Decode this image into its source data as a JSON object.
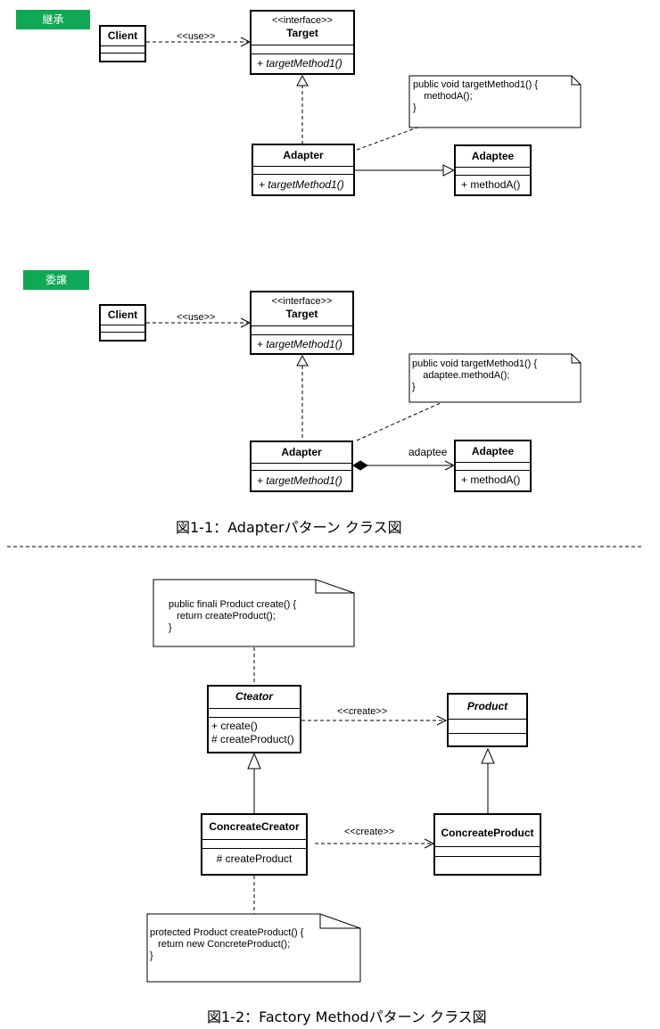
{
  "section1": {
    "tag": "継承",
    "client": {
      "name": "Client"
    },
    "use_label": "<<use>>",
    "target": {
      "stereotype": "<<interface>>",
      "name": "Target",
      "op": "+ targetMethod1()"
    },
    "adapter": {
      "name": "Adapter",
      "op": "+ targetMethod1()"
    },
    "adaptee": {
      "name": "Adaptee",
      "op": "+ methodA()"
    },
    "note": "public void targetMethod1() {\n    methodA();\n}"
  },
  "section2": {
    "tag": "委譲",
    "client": {
      "name": "Client"
    },
    "use_label": "<<use>>",
    "target": {
      "stereotype": "<<interface>>",
      "name": "Target",
      "op": "+ targetMethod1()"
    },
    "adapter": {
      "name": "Adapter",
      "op": "+ targetMethod1()"
    },
    "adaptee": {
      "name": "Adaptee",
      "op": "+ methodA()"
    },
    "assoc_label": "adaptee",
    "note": "public void targetMethod1() {\n    adaptee.methodA();\n}"
  },
  "caption1": "図1-1：Adapterパターン クラス図",
  "section3": {
    "note_top": "public finali Product create() {\n   return createProduct();\n}",
    "creator": {
      "name": "Cteator",
      "op1": "+  create()",
      "op2": "#  createProduct()"
    },
    "product": {
      "name": "Product"
    },
    "create_label1": "<<create>>",
    "concrete_creator": {
      "name": "ConcreateCreator",
      "op": "# createProduct"
    },
    "concrete_product": {
      "name": "ConcreateProduct"
    },
    "create_label2": "<<create>>",
    "note_bottom": "protected Product createProduct() {\n   return new ConcreteProduct();\n}"
  },
  "caption2": "図1-2：Factory Methodパターン クラス図"
}
